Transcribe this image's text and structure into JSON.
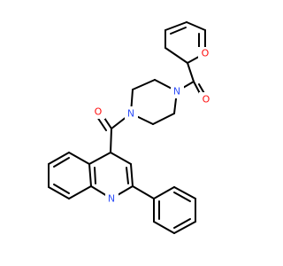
{
  "molecule": {
    "colors": {
      "bond": "#000000",
      "oxygen": "#ff0d0d",
      "nitrogen": "#3050f8",
      "background": "#ffffff"
    },
    "atom_labels": {
      "furan_oxygen": "O",
      "furoyl_carbonyl_oxygen": "O",
      "piperazine_n_top": "N",
      "piperazine_n_left": "N",
      "quinoline_carbonyl_oxygen": "O",
      "quinoline_nitrogen": "N"
    }
  }
}
